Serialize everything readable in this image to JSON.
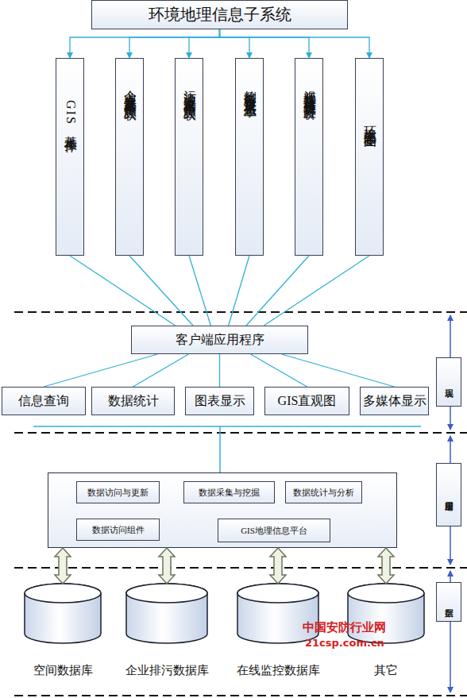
{
  "diagram": {
    "nodes": [
      {
        "text": [
          "环境地理信息子系统"
        ]
      },
      {
        "text": [
          "GIS基本操作"
        ]
      },
      {
        "text": [
          "企业点定位及基本信息关联"
        ]
      },
      {
        "text": [
          "污染源定位及基本信息关联"
        ]
      },
      {
        "text": [
          "检测设备定位及状态显示"
        ]
      },
      {
        "text": [
          "视频监控及格林曼黑度分析"
        ]
      },
      {
        "text": [
          "环境生态专题图"
        ]
      },
      {
        "text": [
          "客户端应用程序"
        ]
      },
      {
        "text": [
          "信息查询"
        ]
      },
      {
        "text": [
          "数据统计"
        ]
      },
      {
        "text": [
          "图表显示"
        ]
      },
      {
        "text": [
          "GIS直观图"
        ]
      },
      {
        "text": [
          "多媒体显示"
        ]
      },
      {
        "text": [
          "表现层"
        ]
      },
      {
        "text": []
      },
      {
        "text": [
          "数据访问与更新"
        ],
        "in": 14
      },
      {
        "text": [
          "数据采集与挖掘"
        ],
        "in": 14
      },
      {
        "text": [
          "数据统计与分析"
        ],
        "in": 14
      },
      {
        "text": [
          "数据访问组件"
        ],
        "in": 14
      },
      {
        "text": [
          "GIS地理信息平台"
        ],
        "in": 14
      },
      {
        "text": [
          "应用逻辑层"
        ]
      },
      {
        "text": [
          "空间数据库"
        ]
      },
      {
        "text": [
          "企业排污数据库"
        ]
      },
      {
        "text": [
          "在线监控数据库"
        ]
      },
      {
        "text": [
          "其它"
        ]
      },
      {
        "text": [
          "数据层"
        ]
      }
    ],
    "edges": [
      {
        "from": 0,
        "to": 1,
        "arrow": "to"
      },
      {
        "from": 0,
        "to": 2,
        "arrow": "to"
      },
      {
        "from": 0,
        "to": 3,
        "arrow": "to"
      },
      {
        "from": 0,
        "to": 4,
        "arrow": "to"
      },
      {
        "from": 0,
        "to": 5,
        "arrow": "to"
      },
      {
        "from": 0,
        "to": 6,
        "arrow": "to"
      },
      {
        "from": 1,
        "to": 7,
        "arrow": "none"
      },
      {
        "from": 2,
        "to": 7,
        "arrow": "none"
      },
      {
        "from": 3,
        "to": 7,
        "arrow": "none"
      },
      {
        "from": 4,
        "to": 7,
        "arrow": "none"
      },
      {
        "from": 5,
        "to": 7,
        "arrow": "none"
      },
      {
        "from": 6,
        "to": 7,
        "arrow": "none"
      },
      {
        "from": 7,
        "to": 8,
        "arrow": "none"
      },
      {
        "from": 7,
        "to": 9,
        "arrow": "none"
      },
      {
        "from": 7,
        "to": 10,
        "arrow": "none"
      },
      {
        "from": 7,
        "to": 11,
        "arrow": "none"
      },
      {
        "from": 7,
        "to": 12,
        "arrow": "none"
      },
      {
        "from": 14,
        "to": 21,
        "arrow": "both"
      },
      {
        "from": 14,
        "to": 22,
        "arrow": "both"
      },
      {
        "from": 14,
        "to": 23,
        "arrow": "both"
      },
      {
        "from": 14,
        "to": 24,
        "arrow": "both"
      }
    ],
    "labels": [
      "中国安防行业网",
      "21csp.com.cn"
    ]
  }
}
